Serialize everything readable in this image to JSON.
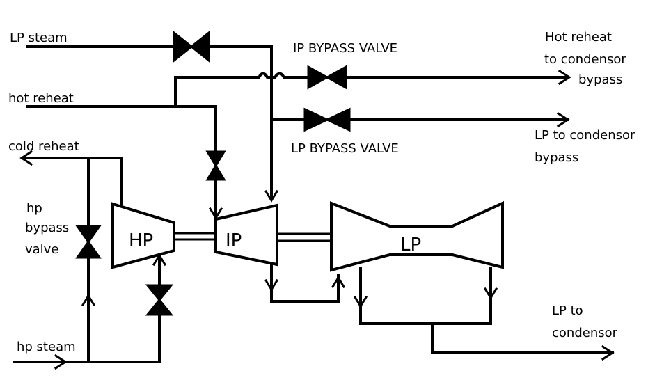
{
  "labels": {
    "lp_steam": "LP steam",
    "hot_reheat": "hot reheat",
    "cold_reheat": "cold reheat",
    "hp_bypass": [
      "hp",
      "bypass",
      "valve"
    ],
    "hp_steam": "hp steam",
    "ip_bypass_valve": "IP BYPASS VALVE",
    "lp_bypass_valve": "LP BYPASS VALVE",
    "hot_reheat_to_condensor": [
      "Hot reheat",
      "to condensor",
      "bypass"
    ],
    "lp_to_condensor_bypass": [
      "LP to condensor",
      "bypass"
    ],
    "lp_to_condensor": [
      "LP to",
      "condensor"
    ],
    "hp": "HP",
    "ip": "IP",
    "lp": "LP"
  }
}
